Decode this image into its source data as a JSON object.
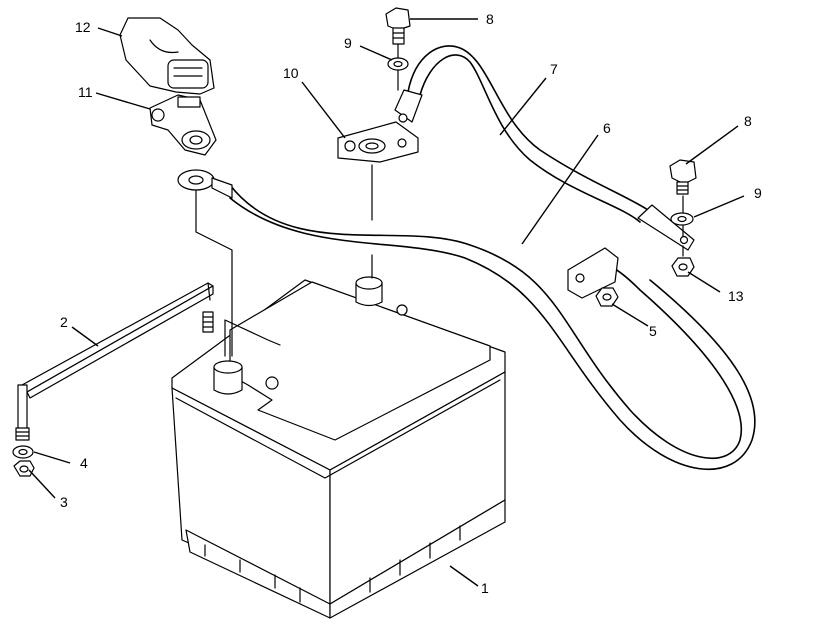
{
  "diagram": {
    "background": "#ffffff",
    "line_color": "#000000",
    "callouts": [
      {
        "id": "c1",
        "label": "1"
      },
      {
        "id": "c2",
        "label": "2"
      },
      {
        "id": "c3",
        "label": "3"
      },
      {
        "id": "c4",
        "label": "4"
      },
      {
        "id": "c5",
        "label": "5"
      },
      {
        "id": "c6",
        "label": "6"
      },
      {
        "id": "c7",
        "label": "7"
      },
      {
        "id": "c8a",
        "label": "8"
      },
      {
        "id": "c8b",
        "label": "8"
      },
      {
        "id": "c9a",
        "label": "9"
      },
      {
        "id": "c9b",
        "label": "9"
      },
      {
        "id": "c10",
        "label": "10"
      },
      {
        "id": "c11",
        "label": "11"
      },
      {
        "id": "c12",
        "label": "12"
      },
      {
        "id": "c13",
        "label": "13"
      }
    ]
  }
}
